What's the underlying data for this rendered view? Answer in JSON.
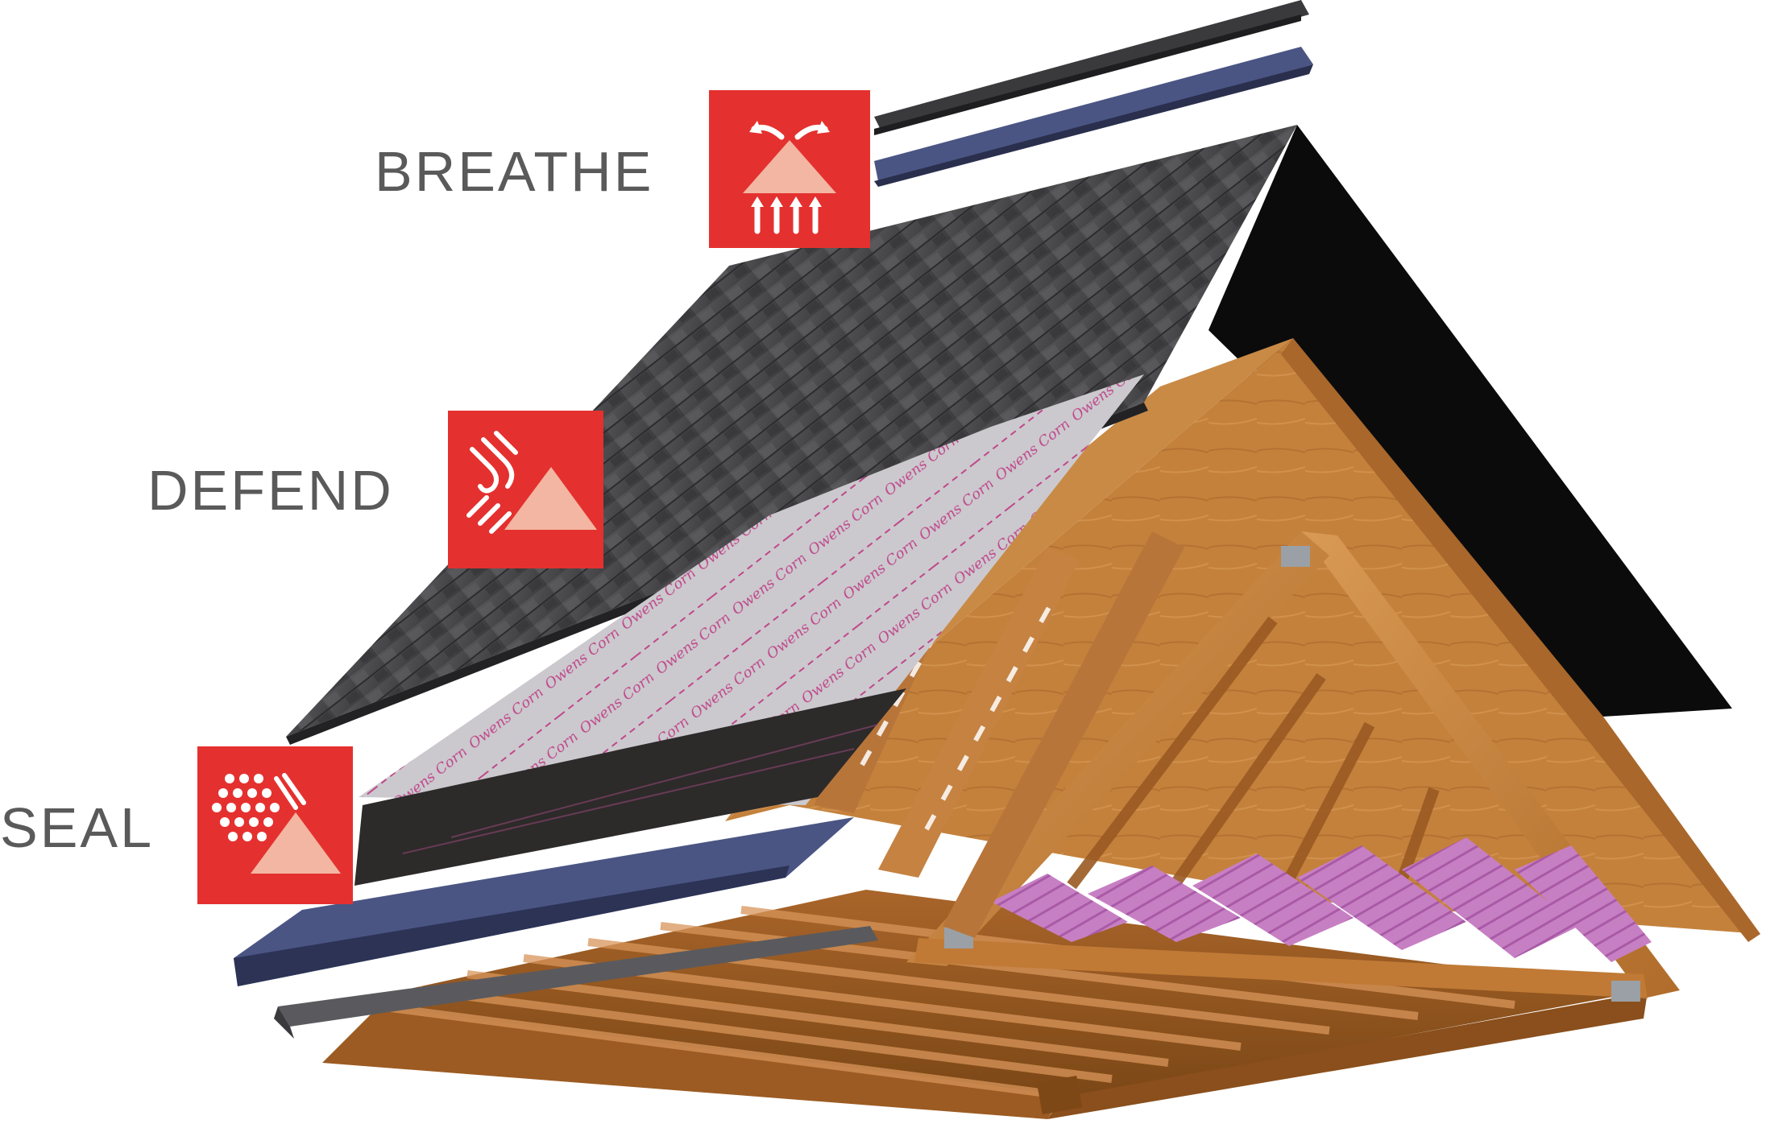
{
  "colors": {
    "accent_red": "#e4312f",
    "icon_triangle": "#f3b6a2",
    "label_gray": "#5a5a5a",
    "shingle": "#4a4a4d",
    "underlayment": "#c9c7cc",
    "underlayment_print": "#c0478a",
    "wood": "#c8843d",
    "membrane_blue": "#4a5584",
    "insulation_pink": "#c77fc3"
  },
  "layers": [
    {
      "id": "breathe",
      "label": "BREATHE",
      "icon": "ventilation-icon"
    },
    {
      "id": "defend",
      "label": "DEFEND",
      "icon": "wind-rain-icon"
    },
    {
      "id": "seal",
      "label": "SEAL",
      "icon": "leak-barrier-icon"
    }
  ]
}
